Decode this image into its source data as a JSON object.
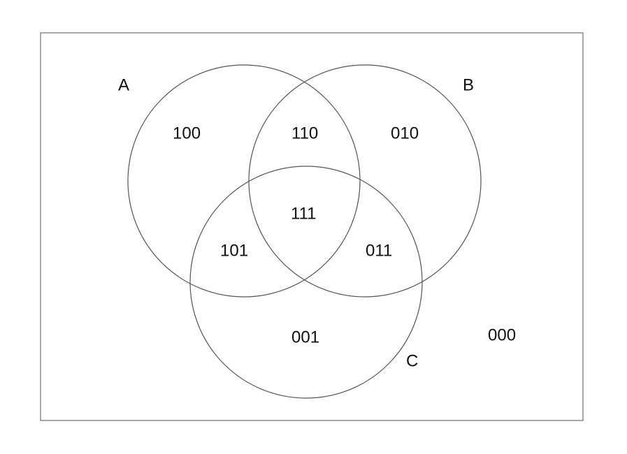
{
  "sets": [
    {
      "id": "a",
      "label": "A"
    },
    {
      "id": "b",
      "label": "B"
    },
    {
      "id": "c",
      "label": "C"
    }
  ],
  "regions": [
    {
      "id": "100",
      "label": "100"
    },
    {
      "id": "110",
      "label": "110"
    },
    {
      "id": "010",
      "label": "010"
    },
    {
      "id": "111",
      "label": "111"
    },
    {
      "id": "101",
      "label": "101"
    },
    {
      "id": "011",
      "label": "011"
    },
    {
      "id": "001",
      "label": "001"
    },
    {
      "id": "000",
      "label": "000"
    }
  ]
}
